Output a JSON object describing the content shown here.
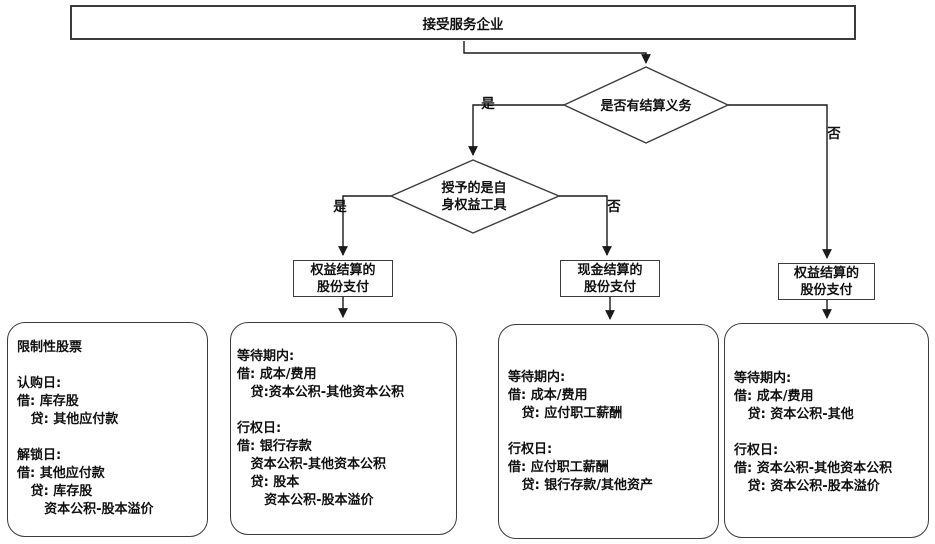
{
  "colors": {
    "line": "#1a1a1a",
    "border": "#3c3c3c",
    "background": "#ffffff",
    "text": "#111111"
  },
  "top_box": {
    "label": "接受服务企业"
  },
  "decision1": {
    "label": "是否有结算义务",
    "yes": "是",
    "no": "否"
  },
  "decision2": {
    "label": "授予的是自\n身权益工具",
    "yes": "是",
    "no": "否"
  },
  "process_boxes": [
    {
      "label": "权益结算的\n股份支付"
    },
    {
      "label": "现金结算的\n股份支付"
    },
    {
      "label": "权益结算的\n股份支付"
    }
  ],
  "note_boxes": [
    {
      "text": "限制性股票\n\n认购日:\n借: 库存股\n   贷: 其他应付款\n\n解锁日:\n借: 其他应付款\n   贷: 库存股\n      资本公积-股本溢价"
    },
    {
      "text": "等待期内:\n借: 成本/费用\n   贷:资本公积-其他资本公积\n\n行权日:\n借: 银行存款\n   资本公积-其他资本公积\n   贷: 股本\n      资本公积-股本溢价"
    },
    {
      "text": "等待期内:\n借: 成本/费用\n   贷: 应付职工薪酬\n\n行权日:\n借: 应付职工薪酬\n   贷: 银行存款/其他资产"
    },
    {
      "text": "等待期内:\n借: 成本/费用\n   贷: 资本公积-其他\n\n行权日:\n借: 资本公积-其他资本公积\n   贷: 资本公积-股本溢价"
    }
  ]
}
